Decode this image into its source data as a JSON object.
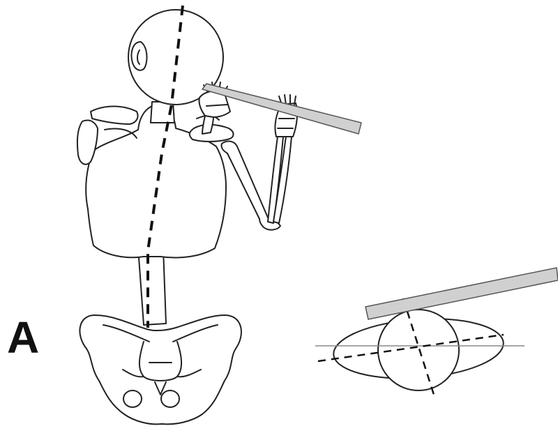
{
  "figure": {
    "panel_label": "A",
    "main_drawing": "skeleton-flute-player-back-view",
    "inset_drawing": "head-shoulder-axes-top-view"
  },
  "colors": {
    "stroke": "#222222",
    "flute_fill": "#d0d0d0",
    "background": "#ffffff"
  }
}
